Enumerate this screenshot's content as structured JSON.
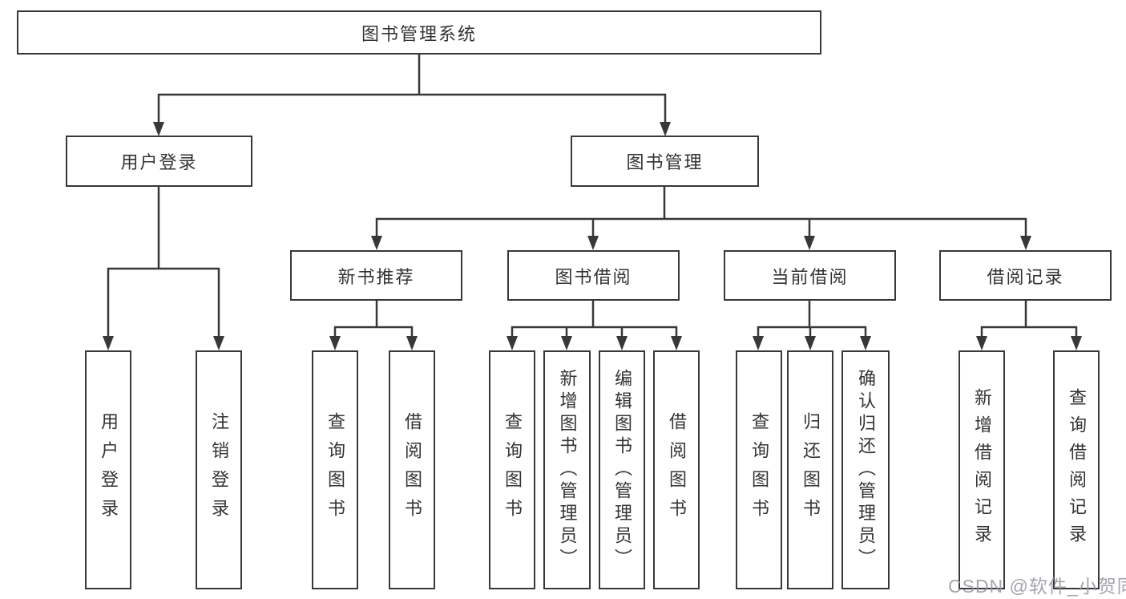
{
  "tree": {
    "label": "图书管理系统",
    "children": [
      {
        "label": "用户登录",
        "children": [
          {
            "label": "用户登录"
          },
          {
            "label": "注销登录"
          }
        ]
      },
      {
        "label": "图书管理",
        "children": [
          {
            "label": "新书推荐",
            "children": [
              {
                "label": "查询图书"
              },
              {
                "label": "借阅图书"
              }
            ]
          },
          {
            "label": "图书借阅",
            "children": [
              {
                "label": "查询图书"
              },
              {
                "label": "新增图书（管理员）"
              },
              {
                "label": "编辑图书（管理员）"
              },
              {
                "label": "借阅图书"
              }
            ]
          },
          {
            "label": "当前借阅",
            "children": [
              {
                "label": "查询图书"
              },
              {
                "label": "归还图书"
              },
              {
                "label": "确认归还（管理员）"
              }
            ]
          },
          {
            "label": "借阅记录",
            "children": [
              {
                "label": "新增借阅记录"
              },
              {
                "label": "查询借阅记录"
              }
            ]
          }
        ]
      }
    ]
  },
  "watermark": "CSDN @软件_小贺同学",
  "colors": {
    "line": "#383838",
    "text": "#333333",
    "background": "#ffffff",
    "watermark_gray": "#94949e"
  }
}
